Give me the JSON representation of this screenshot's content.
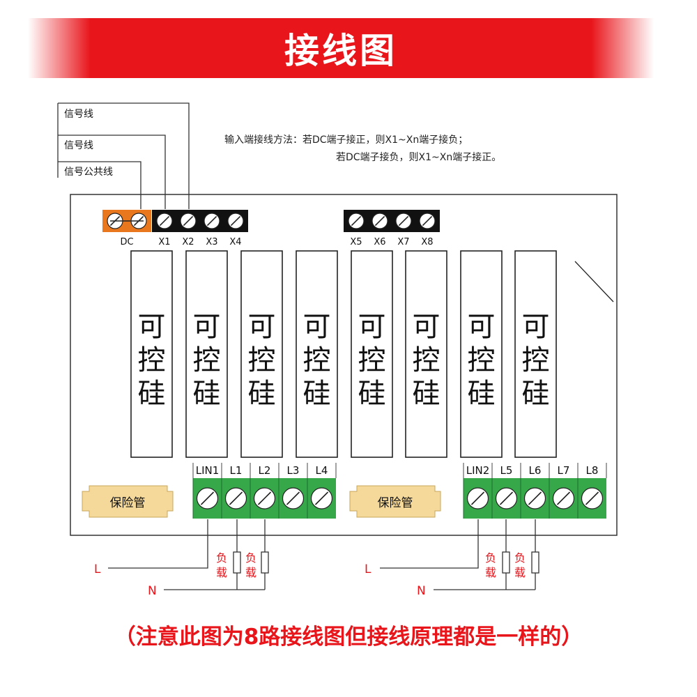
{
  "title": "接线图",
  "signal_labels": [
    "信号线",
    "信号线",
    "信号公共线"
  ],
  "instruction": {
    "line1": "输入端接线方法：若DC端子接正，则X1~Xn端子接负；",
    "line2": "若DC端子接负，则X1~Xn端子接正。"
  },
  "input_terminals": {
    "dc": "DC",
    "group1": [
      "X1",
      "X2",
      "X3",
      "X4"
    ],
    "group2": [
      "X5",
      "X6",
      "X7",
      "X8"
    ]
  },
  "thyristor_label": [
    "可",
    "控",
    "硅"
  ],
  "fuse_label": "保险管",
  "output_terminals": {
    "group1": [
      "LIN1",
      "L1",
      "L2",
      "L3",
      "L4"
    ],
    "group2": [
      "LIN2",
      "L5",
      "L6",
      "L7",
      "L8"
    ]
  },
  "load_label": [
    "负",
    "载"
  ],
  "power_lines": {
    "l": "L",
    "n": "N"
  },
  "bottom_note": "（注意此图为8路接线图但接线原理都是一样的）",
  "colors": {
    "banner_red": "#e8151b",
    "terminal_black": "#111111",
    "terminal_orange": "#e8771e",
    "terminal_green": "#36a84a",
    "fuse_fill": "#f5d99a",
    "load_text_red": "#e8151b"
  }
}
